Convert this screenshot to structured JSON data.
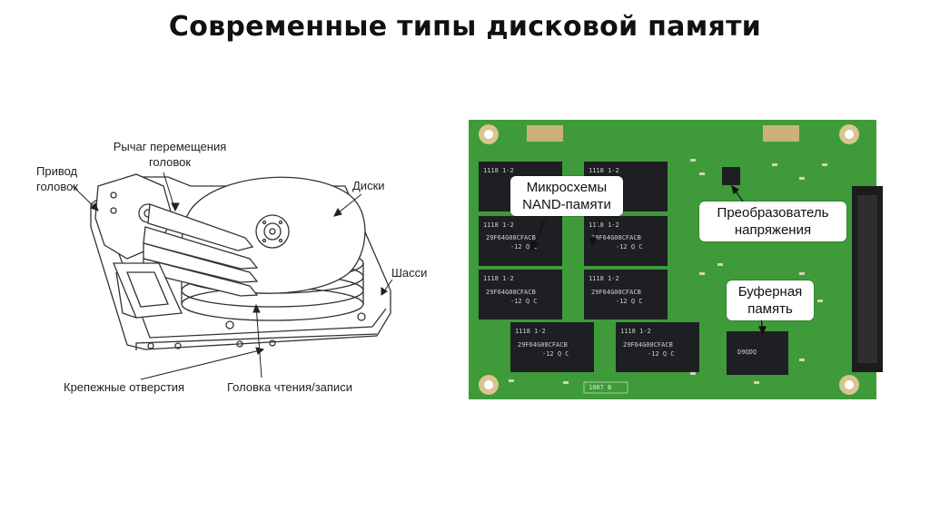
{
  "slide": {
    "title": "Современные типы дисковой памяти"
  },
  "hdd": {
    "lever_label_line1": "Рычаг перемещения",
    "lever_label_line2": "головок",
    "drive_label_line1": "Привод",
    "drive_label_line2": "головок",
    "disks_label": "Диски",
    "chassis_label": "Шасси",
    "mount_holes_label": "Крепежные отверстия",
    "head_label": "Головка чтения/записи"
  },
  "ssd": {
    "nand_line1": "Микросхемы",
    "nand_line2": "NAND-памяти",
    "converter_line1": "Преобразователь",
    "converter_line2": "напряжения",
    "buffer_line1": "Буферная",
    "buffer_line2": "память",
    "board_code": "1087 B",
    "chip_code_top": "1118   1-2",
    "chip_code_bottom": "29F64G08CFACB",
    "chip_code_tiny": "-12 Q C",
    "buffer_chip_code": "D9QDQ"
  },
  "colors": {
    "pcb": "#3f9a3a",
    "chip": "#1e1f22",
    "pad": "#c9b27a"
  }
}
